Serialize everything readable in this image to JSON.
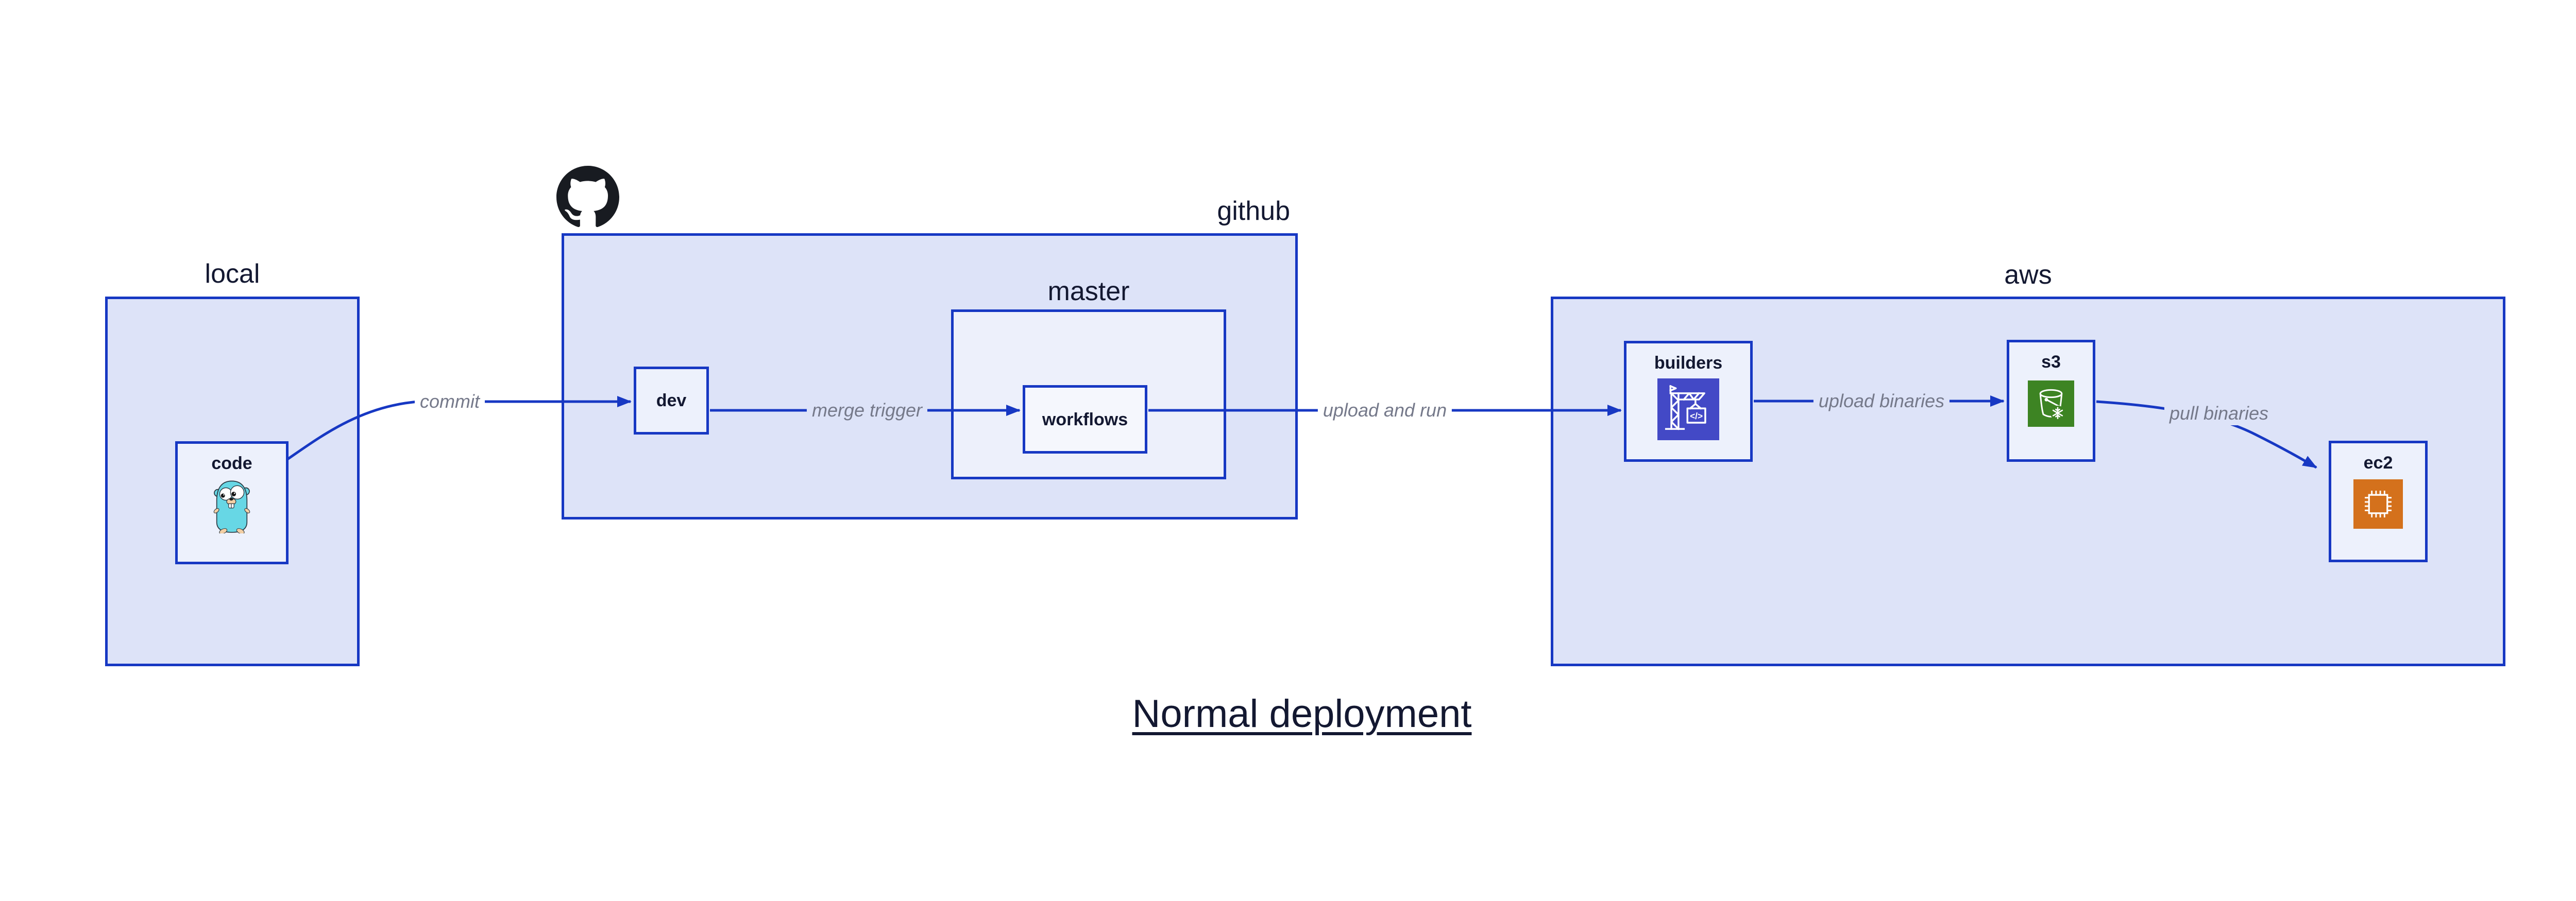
{
  "title": {
    "text": "Normal deployment"
  },
  "groups": {
    "local": {
      "label": "local"
    },
    "github": {
      "label": "github"
    },
    "master": {
      "label": "master"
    },
    "aws": {
      "label": "aws"
    }
  },
  "nodes": {
    "code": {
      "label": "code",
      "icon": "go-gopher-icon"
    },
    "dev": {
      "label": "dev"
    },
    "workflows": {
      "label": "workflows"
    },
    "builders": {
      "label": "builders",
      "icon": "codebuild-crane-icon",
      "icon_glyph": "</>"
    },
    "s3": {
      "label": "s3",
      "icon": "s3-glacier-bucket-icon"
    },
    "ec2": {
      "label": "ec2",
      "icon": "ec2-chip-icon"
    }
  },
  "logo": {
    "name": "github-octocat-logo"
  },
  "edges": {
    "commit": {
      "from": "code",
      "to": "dev",
      "label": "commit"
    },
    "merge": {
      "from": "dev",
      "to": "workflows",
      "label": "merge trigger"
    },
    "upload_run": {
      "from": "workflows",
      "to": "builders",
      "label": "upload and run"
    },
    "upload_binaries": {
      "from": "builders",
      "to": "s3",
      "label": "upload binaries"
    },
    "pull_binaries": {
      "from": "s3",
      "to": "ec2",
      "label": "pull binaries"
    }
  },
  "colors": {
    "accent": "#1738c3",
    "group_fill": "#dde3f8",
    "master_fill": "#edf0fb",
    "node_fill": "#edf1fc",
    "workflows_fill": "#f5f7fd",
    "text_dark": "#131831",
    "label_gray": "#75798a",
    "builders_icon_bg": "#4349c6",
    "s3_icon_bg": "#3d8423",
    "ec2_icon_bg": "#d4711c",
    "gopher_teal": "#67d7e5",
    "gopher_beige": "#f2cfa4",
    "octocat_black": "#181b21",
    "canvas_bg": "#ffffff"
  }
}
